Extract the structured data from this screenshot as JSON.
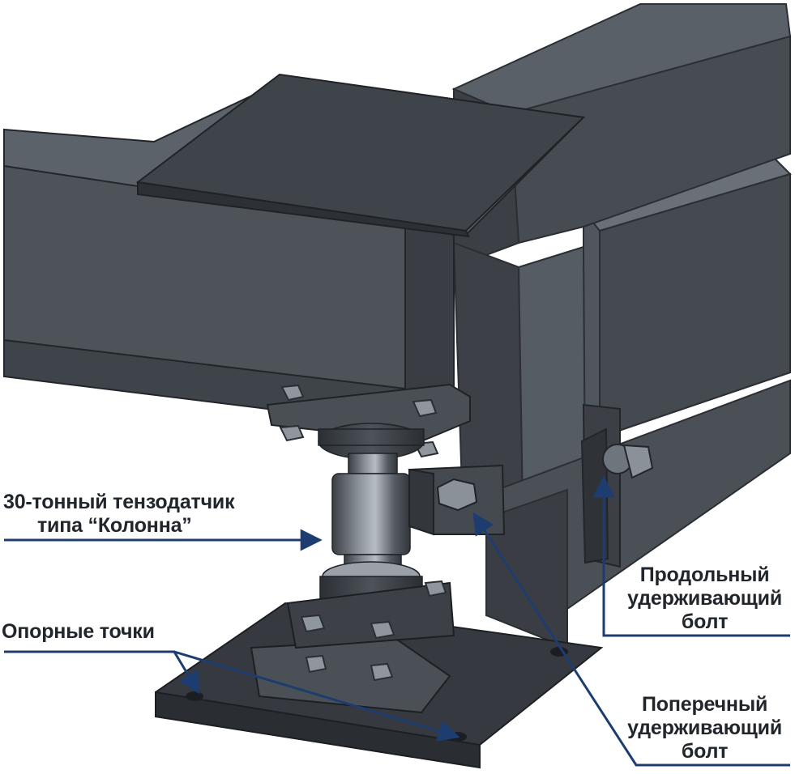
{
  "annotations": {
    "load_cell": {
      "line1": "30-тонный тензодатчик",
      "line2": "типа “Колонна”"
    },
    "support_points": {
      "text": "Опорные точки"
    },
    "longitudinal_bolt": {
      "line1": "Продольный",
      "line2": "удерживающий",
      "line3": "болт"
    },
    "transverse_bolt": {
      "line1": "Поперечный",
      "line2": "удерживающий",
      "line3": "болт"
    }
  },
  "colors": {
    "steel_dark": "#3b3f45",
    "steel_mid": "#4a4f56",
    "steel_light": "#5d636b",
    "arrow": "#1d3d70",
    "text": "#20262c"
  }
}
